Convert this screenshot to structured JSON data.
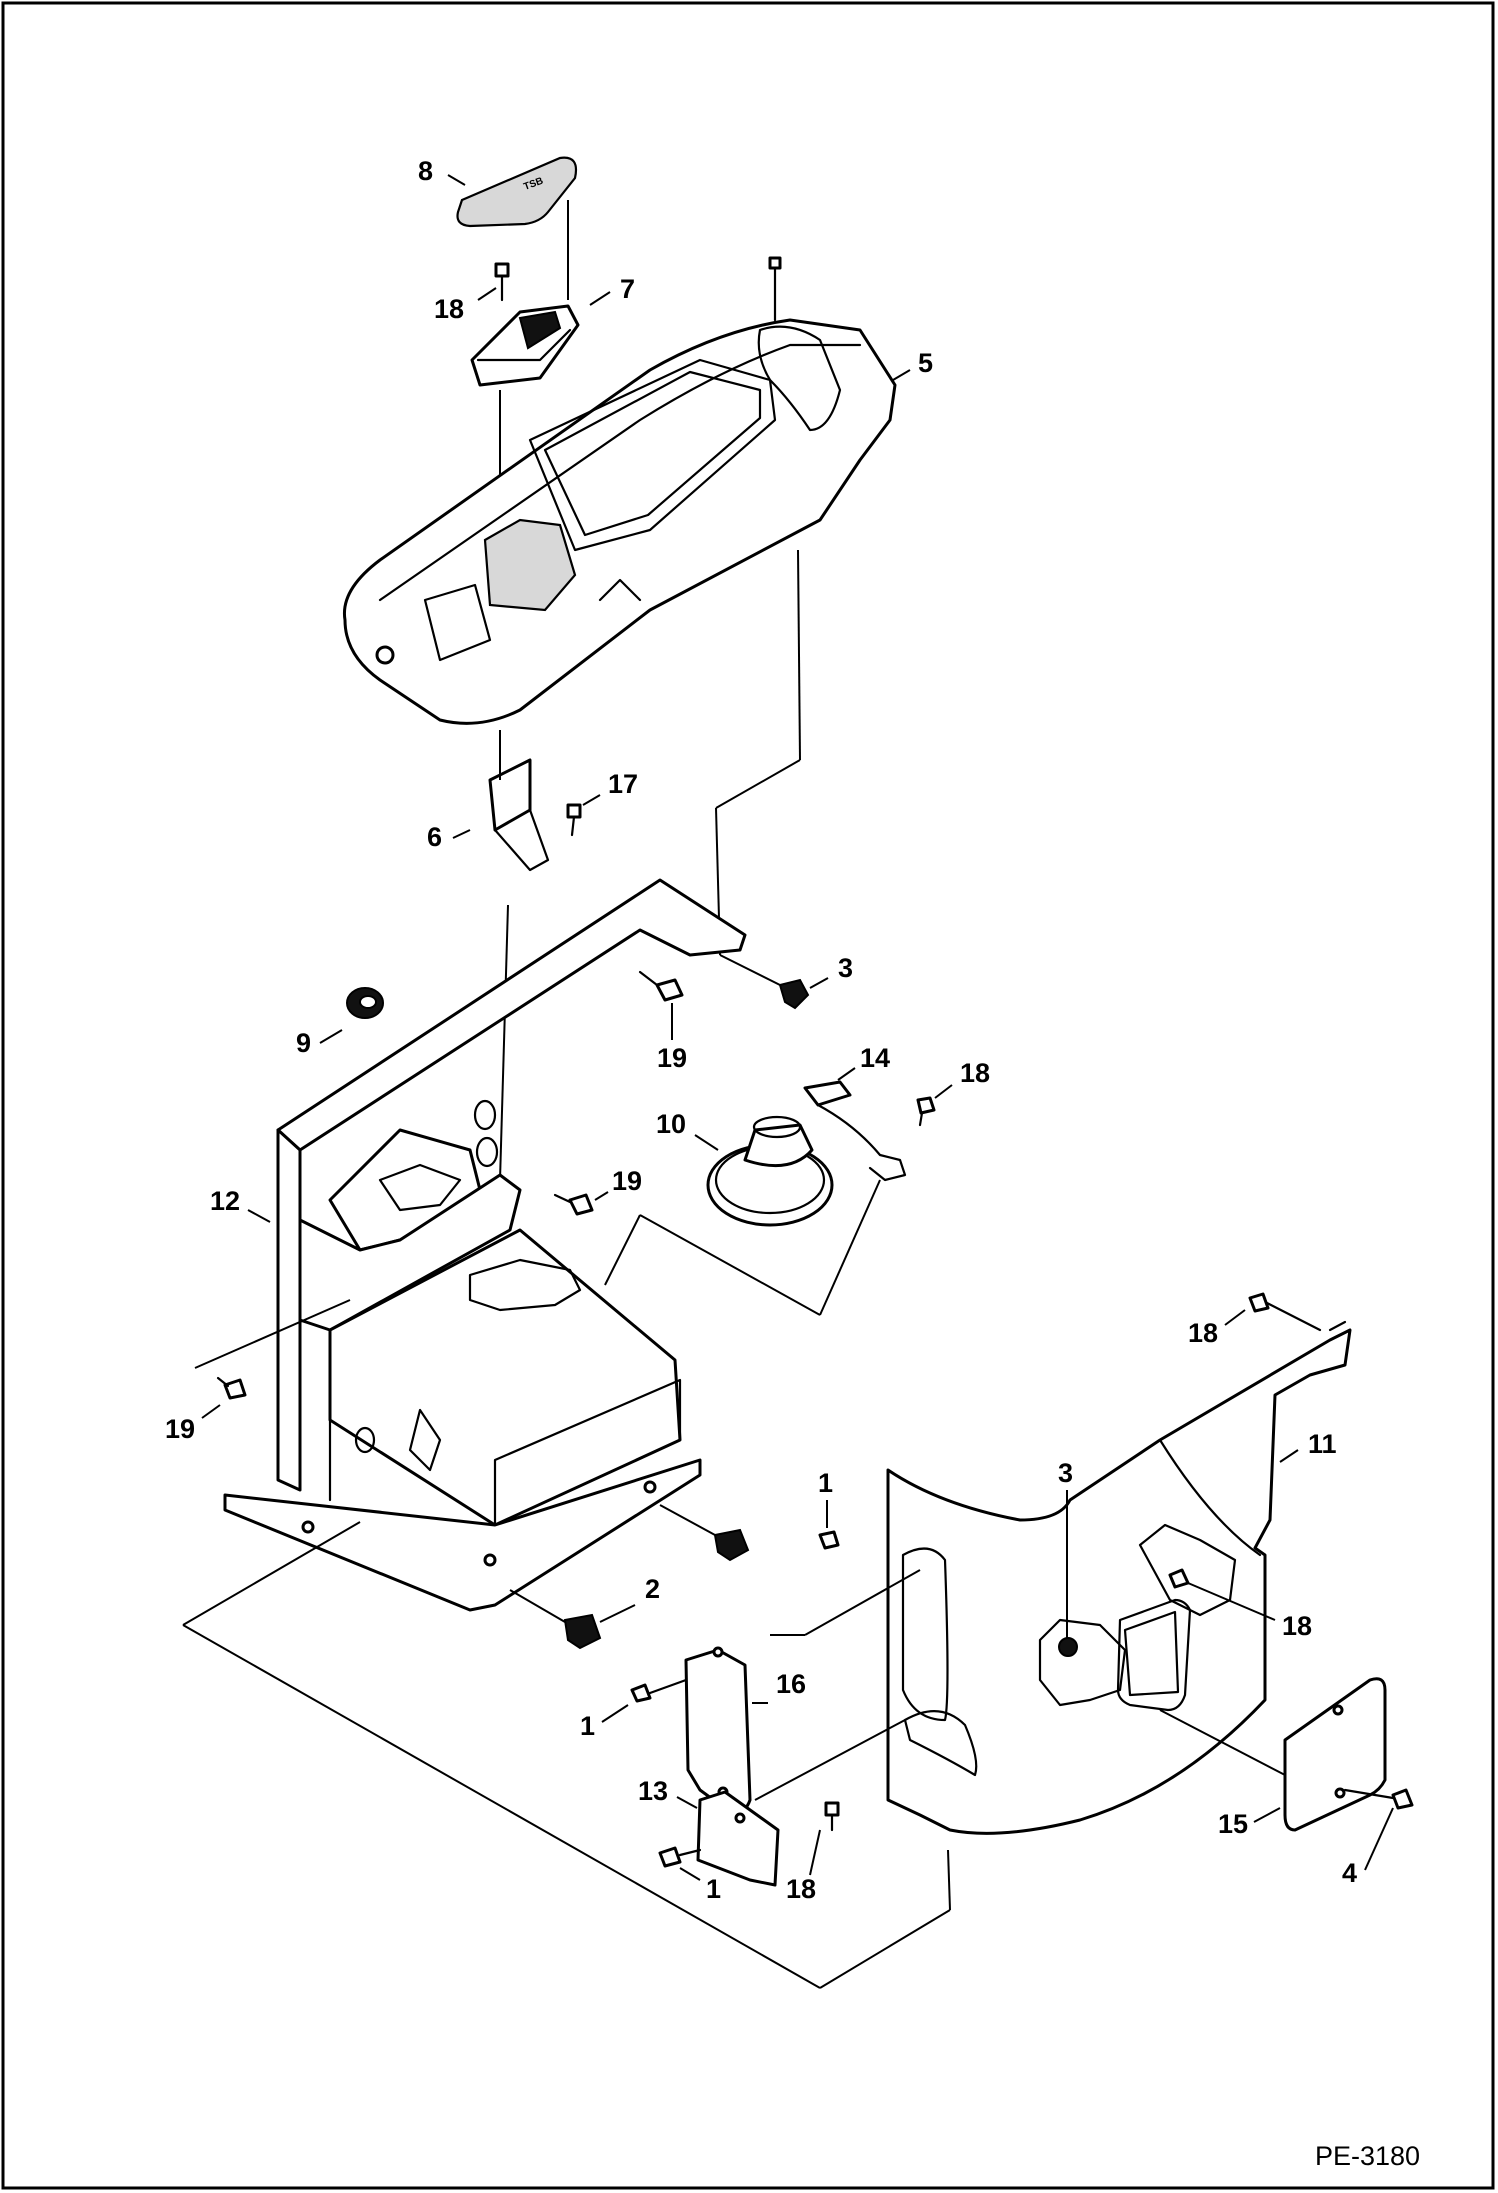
{
  "figure_code": "PE-3180",
  "callouts": {
    "c8": "8",
    "c7": "7",
    "c18_top": "18",
    "c5": "5",
    "c17": "17",
    "c6": "6",
    "c3_top": "3",
    "c9": "9",
    "c19_a": "19",
    "c14": "14",
    "c18_mid": "18",
    "c10": "10",
    "c19_b": "19",
    "c12": "12",
    "c18_right": "18",
    "c19_c": "19",
    "c11": "11",
    "c1_a": "1",
    "c3_right": "3",
    "c2": "2",
    "c18_r2": "18",
    "c16": "16",
    "c1_b": "1",
    "c13": "13",
    "c15": "15",
    "c4": "4",
    "c1_c": "1",
    "c18_bottom": "18"
  },
  "handle_label": "TSB"
}
